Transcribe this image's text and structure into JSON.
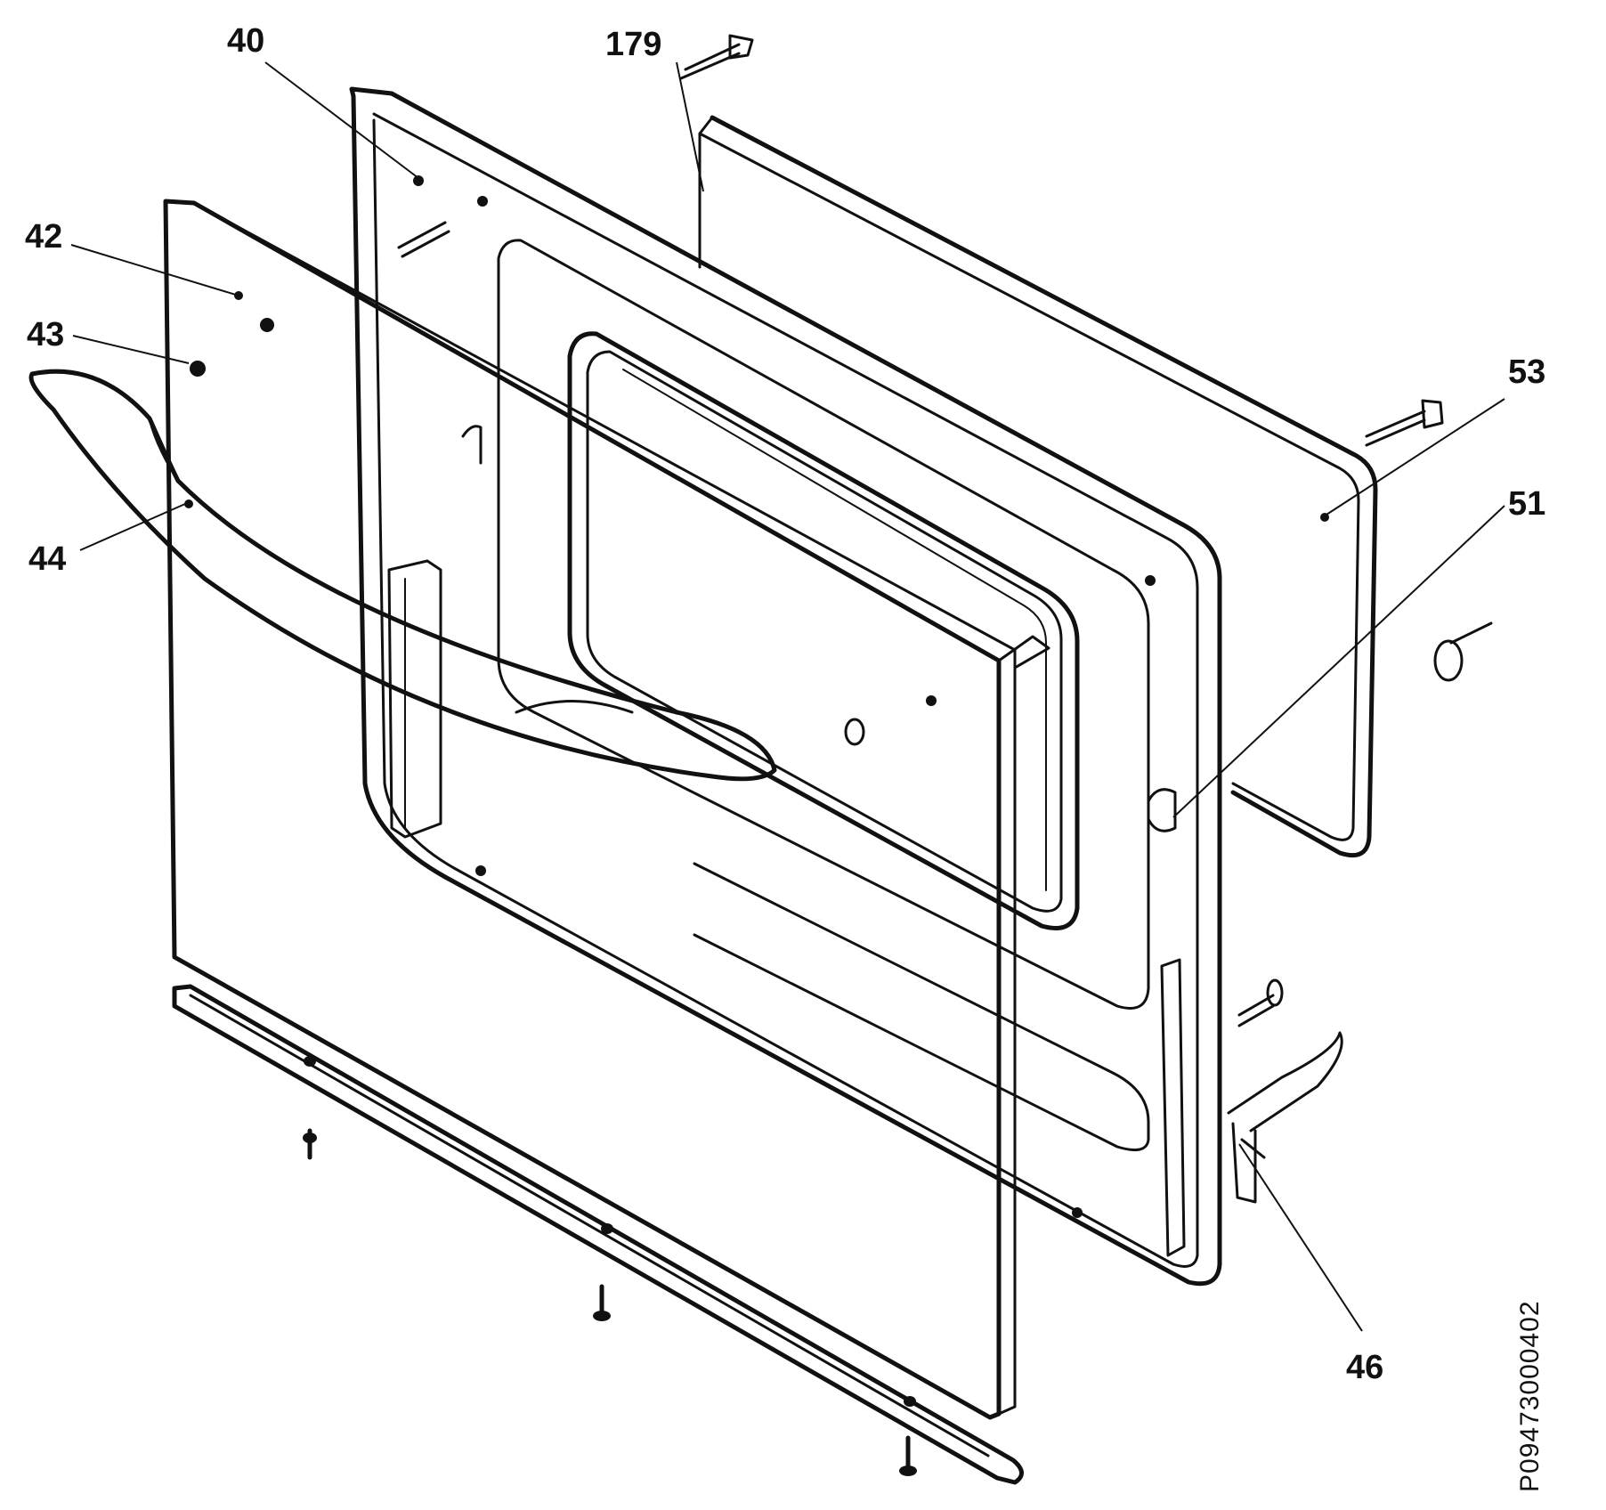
{
  "callouts": [
    {
      "id": "c40",
      "label": "40"
    },
    {
      "id": "c179",
      "label": "179"
    },
    {
      "id": "c42",
      "label": "42"
    },
    {
      "id": "c43",
      "label": "43"
    },
    {
      "id": "c53",
      "label": "53"
    },
    {
      "id": "c51",
      "label": "51"
    },
    {
      "id": "c44",
      "label": "44"
    },
    {
      "id": "c46",
      "label": "46"
    }
  ],
  "reference_code": "P09473000402",
  "colors": {
    "ink": "#111111",
    "background": "#ffffff"
  }
}
